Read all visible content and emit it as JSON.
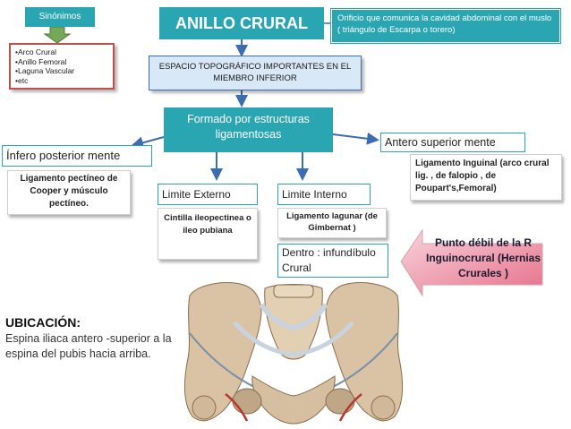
{
  "synonyms": {
    "title": "Sinónimos",
    "items": [
      "•Arco Crural",
      "•Anillo Femoral",
      "•Laguna Vascular",
      "•etc"
    ]
  },
  "main": {
    "title": "ANILLO CRURAL",
    "definition": "Orificio que comunica la cavidad abdominal con el muslo ( triángulo de Escarpa o torero)",
    "space": "ESPACIO TOPOGRÁFICO IMPORTANTES EN EL MIEMBRO INFERIOR",
    "formed": "Formado por estructuras ligamentosas"
  },
  "left_branch": {
    "title": "Ínfero posterior mente",
    "content": "Ligamento pectíneo de Cooper y músculo pectíneo."
  },
  "right_branch": {
    "title": "Antero superior mente",
    "content": "Ligamento Inguinal (arco crural  lig. , de falopio , de Poupart's,Femoral)"
  },
  "external": {
    "title": "Limite Externo",
    "content": "Cintilla ileopectinea o ileo pubiana"
  },
  "internal": {
    "title": "Limite Interno",
    "content": "Ligamento lagunar (de Gimbernat )",
    "inside": "Dentro : infundíbulo Crural"
  },
  "weak_point": "Punto débil  de la R Inguinocrural (Hernias Crurales )",
  "location": {
    "title": "UBICACIÓN:",
    "text": "Espina  iliaca antero -superior a la espina del pubis hacia arriba."
  },
  "colors": {
    "teal": "#2aa6b3",
    "light_blue": "#d6e3f4",
    "pink_start": "#f6c9d3",
    "pink_end": "#e86f8a",
    "arrow_blue": "#3b6db0",
    "synonyms_arrow": "#77a85a",
    "border_red": "#c0504d"
  }
}
